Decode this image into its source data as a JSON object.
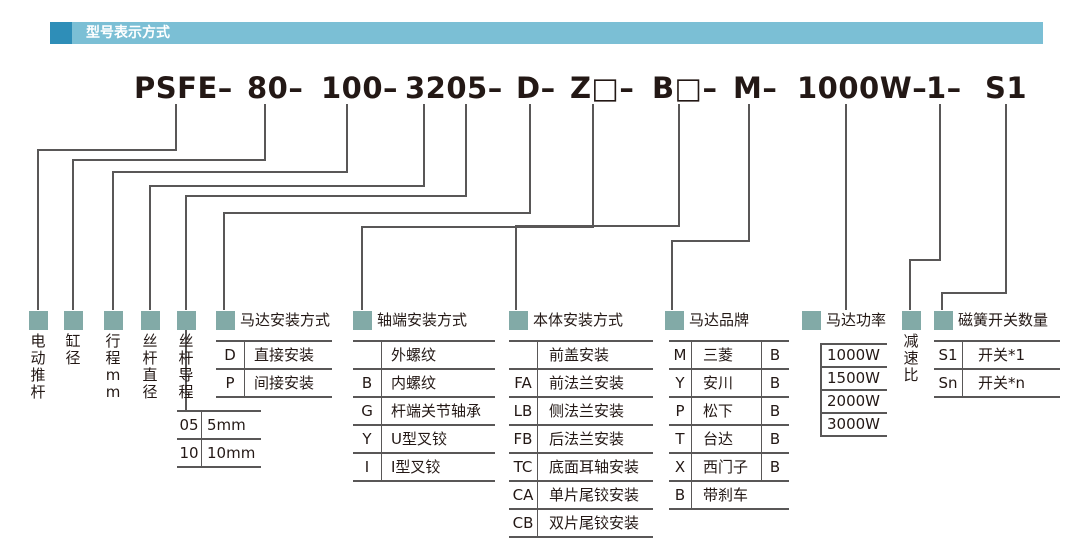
{
  "header": {
    "title": "型号表示方式"
  },
  "model_parts": [
    {
      "key": "series",
      "text": "PSFE–"
    },
    {
      "key": "bore",
      "text": "80–"
    },
    {
      "key": "stroke",
      "text": "100–"
    },
    {
      "key": "screw",
      "text": "3205–"
    },
    {
      "key": "motor_mount",
      "text": "D–"
    },
    {
      "key": "shaft_end",
      "text": "Z□–"
    },
    {
      "key": "body_mount",
      "text": "B□–"
    },
    {
      "key": "motor_brand",
      "text": "M–"
    },
    {
      "key": "motor_power",
      "text": "1000W–"
    },
    {
      "key": "reducer",
      "text": "1–"
    },
    {
      "key": "switch",
      "text": "S1"
    }
  ],
  "labels": {
    "motor_cylinder": "电动推杆",
    "bore": "缸径",
    "stroke": "行程mm",
    "screw_diameter": "丝杆直径",
    "screw_lead": "丝杆导程",
    "motor_mount": "马达安装方式",
    "shaft_end": "轴端安装方式",
    "body_mount": "本体安装方式",
    "motor_brand": "马达品牌",
    "motor_power": "马达功率",
    "reducer": "减速比",
    "switch": "磁簧开关数量"
  },
  "tables": {
    "motor_mount": [
      {
        "code": "D",
        "desc": "直接安装"
      },
      {
        "code": "P",
        "desc": "间接安装"
      }
    ],
    "screw_lead": [
      {
        "code": "05",
        "desc": "5mm"
      },
      {
        "code": "10",
        "desc": "10mm"
      }
    ],
    "shaft_end": [
      {
        "code": "",
        "desc": "外螺纹"
      },
      {
        "code": "B",
        "desc": "内螺纹"
      },
      {
        "code": "G",
        "desc": "杆端关节轴承"
      },
      {
        "code": "Y",
        "desc": "U型叉铰"
      },
      {
        "code": "I",
        "desc": "I型叉铰"
      }
    ],
    "body_mount": [
      {
        "code": "",
        "desc": "前盖安装"
      },
      {
        "code": "FA",
        "desc": "前法兰安装"
      },
      {
        "code": "LB",
        "desc": "侧法兰安装"
      },
      {
        "code": "FB",
        "desc": "后法兰安装"
      },
      {
        "code": "TC",
        "desc": "底面耳轴安装"
      },
      {
        "code": "CA",
        "desc": "单片尾铰安装"
      },
      {
        "code": "CB",
        "desc": "双片尾铰安装"
      }
    ],
    "motor_brand": [
      {
        "code": "M",
        "desc": "三菱",
        "extra": "B"
      },
      {
        "code": "Y",
        "desc": "安川",
        "extra": "B"
      },
      {
        "code": "P",
        "desc": "松下",
        "extra": "B"
      },
      {
        "code": "T",
        "desc": "台达",
        "extra": "B"
      },
      {
        "code": "X",
        "desc": "西门子",
        "extra": "B"
      },
      {
        "code": "B",
        "desc": "带刹车",
        "extra": ""
      }
    ],
    "motor_power": [
      {
        "desc": "1000W"
      },
      {
        "desc": "1500W"
      },
      {
        "desc": "2000W"
      },
      {
        "desc": "3000W"
      }
    ],
    "switch": [
      {
        "code": "S1",
        "desc": "开关*1"
      },
      {
        "code": "Sn",
        "desc": "开关*n"
      }
    ]
  },
  "colors": {
    "header_bar": "#7bbfd5",
    "header_mark": "#2e8eb8",
    "marker": "#82aaa7",
    "line": "#595757",
    "text": "#231815"
  }
}
